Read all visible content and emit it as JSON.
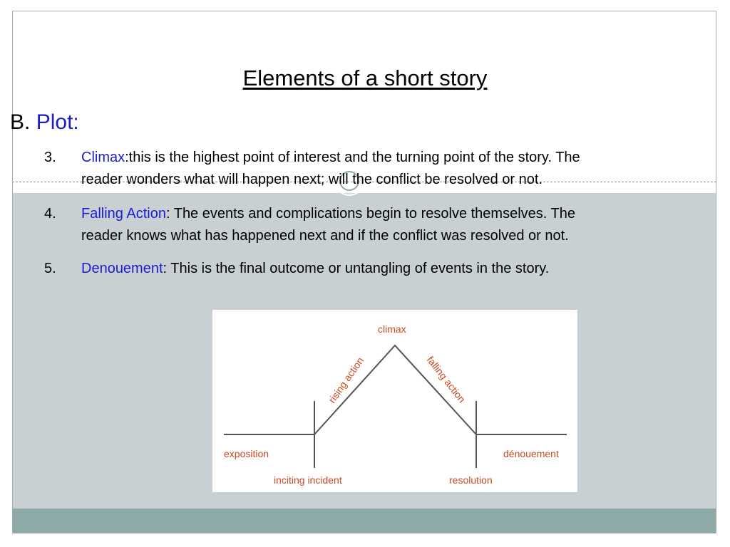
{
  "slide": {
    "title": "Elements of a short story",
    "section_letter": "B.",
    "section_label": "Plot:"
  },
  "items": [
    {
      "number": "3.",
      "term": "Climax",
      "text_line1": ":this is the highest point of interest and the turning point of the story. The",
      "text_line2": "reader wonders what will happen next; will the conflict be resolved or not."
    },
    {
      "number": "4.",
      "term": "Falling Action",
      "text_line1": ": The events and complications begin to resolve themselves. The",
      "text_line2": "reader knows what has happened next and if the conflict was resolved or not."
    },
    {
      "number": "5.",
      "term": "Denouement",
      "text_line1": ": This is the final outcome or untangling of events in the story.",
      "text_line2": ""
    }
  ],
  "diagram": {
    "labels": {
      "climax": "climax",
      "rising_action": "rising action",
      "falling_action": "falling action",
      "exposition": "exposition",
      "inciting_incident": "inciting incident",
      "resolution": "resolution",
      "denouement": "dénouement"
    },
    "label_color": "#c84a20",
    "line_color": "#555555"
  },
  "colors": {
    "accent_blue": "#1c1ccf",
    "lower_band": "#c8d0d3",
    "footer_band": "#8eaaa8"
  }
}
